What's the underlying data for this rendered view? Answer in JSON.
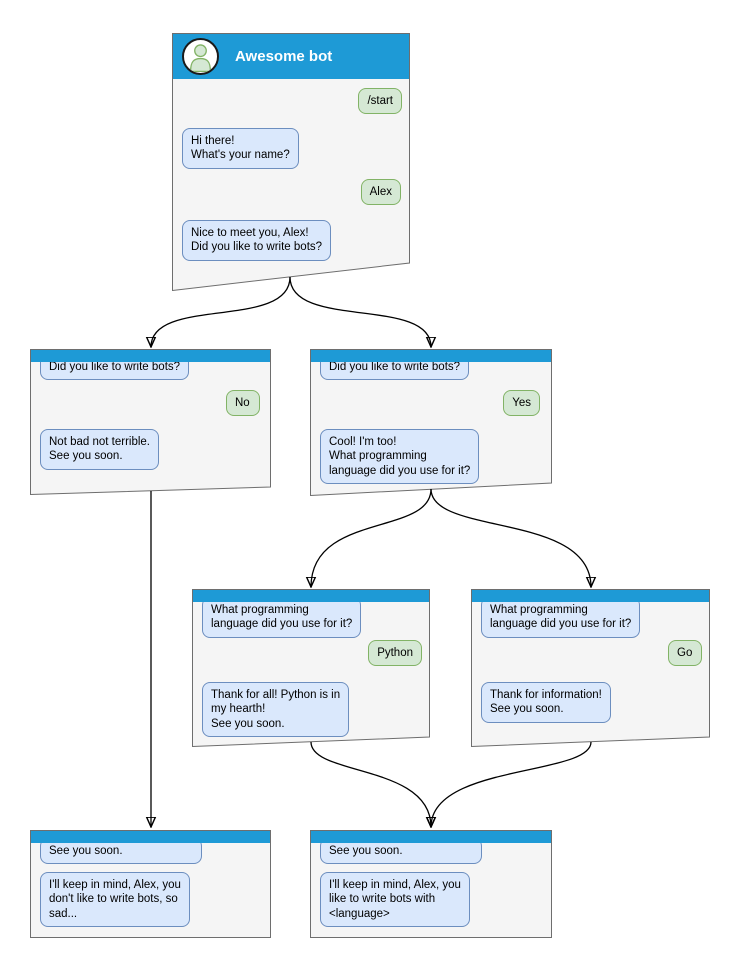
{
  "colors": {
    "header_blue": "#1e9ad6",
    "window_background": "#f5f5f5",
    "window_border": "#6e6e6e",
    "bot_bubble_fill": "#dae8fc",
    "bot_bubble_border": "#6c8ebf",
    "user_bubble_fill": "#d5e8d4",
    "user_bubble_border": "#82b366"
  },
  "windows": [
    {
      "id": "start",
      "title": "Awesome bot",
      "bubbles": [
        "/start",
        "Hi there!\nWhat's your name?",
        "Alex",
        "Nice to meet you, Alex!\nDid you like to write bots?"
      ]
    },
    {
      "id": "no-branch",
      "bubbles": [
        "Did you like to write bots?",
        "No",
        "Not bad not terrible.\nSee you soon."
      ]
    },
    {
      "id": "yes-branch",
      "bubbles": [
        "Did you like to write bots?",
        "Yes",
        "Cool! I'm too!\nWhat programming\nlanguage did you use for it?"
      ]
    },
    {
      "id": "python-branch",
      "bubbles": [
        "What programming\nlanguage did you use for it?",
        "Python",
        "Thank for all! Python is in\nmy hearth!\nSee you soon."
      ]
    },
    {
      "id": "go-branch",
      "bubbles": [
        "What programming\nlanguage did you use for it?",
        "Go",
        "Thank for information!\nSee you soon."
      ]
    },
    {
      "id": "end-negative",
      "bubbles": [
        "See you soon.",
        "I'll keep in mind, Alex, you\ndon't like to write bots, so\nsad..."
      ]
    },
    {
      "id": "end-positive",
      "bubbles": [
        "See you soon.",
        "I'll keep in mind, Alex, you\nlike to write bots with\n<language>"
      ]
    }
  ],
  "edges": [
    {
      "from": "start",
      "to": "no-branch"
    },
    {
      "from": "start",
      "to": "yes-branch"
    },
    {
      "from": "no-branch",
      "to": "end-negative"
    },
    {
      "from": "yes-branch",
      "to": "python-branch"
    },
    {
      "from": "yes-branch",
      "to": "go-branch"
    },
    {
      "from": "python-branch",
      "to": "end-positive"
    },
    {
      "from": "go-branch",
      "to": "end-positive"
    }
  ]
}
